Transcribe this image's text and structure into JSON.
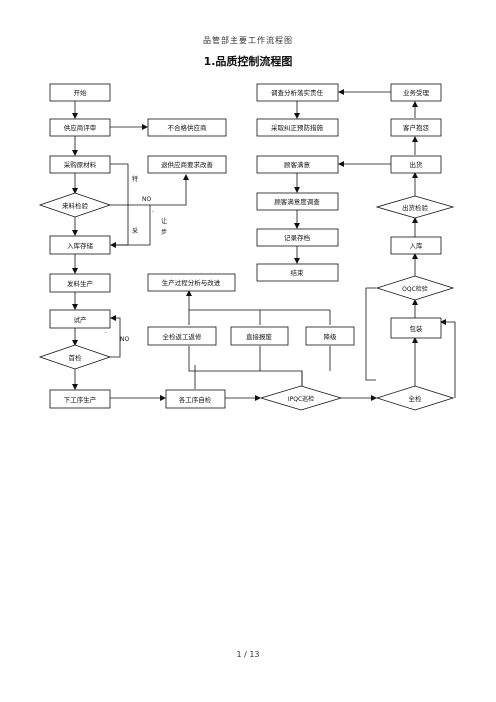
{
  "page_header": "品管部主要工作流程图",
  "title": "1.品质控制流程图",
  "footer": "1 / 13",
  "nodes": {
    "start": "开始",
    "supplier_review": "供应商评审",
    "unqualified_supplier": "不合格供应商",
    "purchase_material": "采购原材料",
    "return_supplier": "退供应商要求改善",
    "incoming_inspection": "来料检验",
    "warehouse_in": "入库存储",
    "issue_production": "发料生产",
    "process_analysis": "生产过程分析与改进",
    "trial_production": "试产",
    "full_inspect_rework": "全检返工返修",
    "direct_scrap": "直接报废",
    "downgrade": "降级",
    "first_article": "首检",
    "next_process": "下工序生产",
    "process_self_check": "各工序自检",
    "ipqc_inspection": "IPQC巡检",
    "full_inspection": "全检",
    "investigate_responsibility": "调查分析落实责任",
    "corrective_action": "采取纠正预防措施",
    "customer_satisfaction": "顾客满意",
    "satisfaction_survey": "顾客满意度调查",
    "record_archive": "记录存档",
    "end": "结束",
    "business_accept": "业务受理",
    "customer_complaint": "客户抱怨",
    "shipment": "出货",
    "outgoing_inspection": "出货检验",
    "warehouse_in_2": "入库",
    "oqc_inspection": "OQC检验",
    "packaging": "包装"
  },
  "labels": {
    "no_1": "NO",
    "no_2": "NO",
    "special_1": "特",
    "special_2": "采",
    "concession_1": "让",
    "concession_2": "步",
    "dot_1": "·",
    "dot_2": "·"
  }
}
